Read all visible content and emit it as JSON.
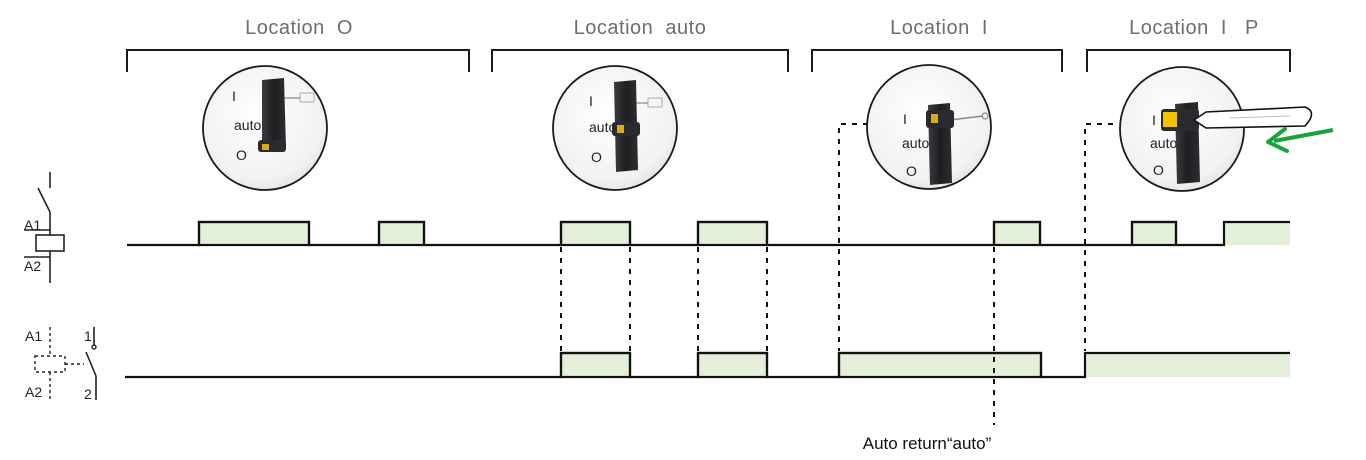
{
  "locations": [
    {
      "title": "Location  O"
    },
    {
      "title": "Location  auto"
    },
    {
      "title": "Location  I"
    },
    {
      "title": "Location  I   P"
    }
  ],
  "switch_marks": {
    "i": "I",
    "auto": "auto",
    "o": "O"
  },
  "coil_symbol": {
    "a1": "A1",
    "a2": "A2"
  },
  "contact_symbol": {
    "a1": "A1",
    "a2": "A2",
    "pin1": "1",
    "pin2": "2"
  },
  "note": "Auto return“auto”",
  "colors": {
    "pulse_fill": "#e3efd8",
    "line": "#111111",
    "title_text": "#6e6e6e",
    "arrow": "#1aa33a",
    "push_button": "#f2c200",
    "knob_dark": "#1e1f21"
  }
}
